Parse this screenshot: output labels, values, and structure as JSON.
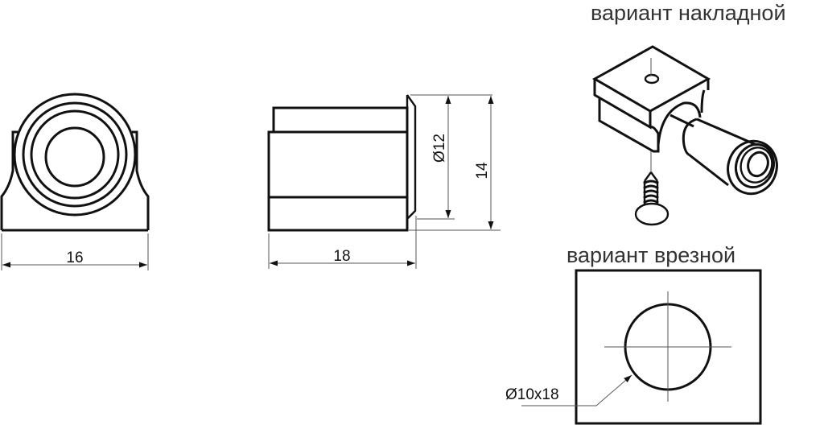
{
  "front_view": {
    "width_dimension": "16"
  },
  "side_view": {
    "length_dimension": "18",
    "inner_diameter_dimension": "Ø12",
    "outer_height_dimension": "14"
  },
  "surface_variant": {
    "title": "вариант накладной"
  },
  "mortise_variant": {
    "title": "вариант врезной",
    "hole_dimension": "Ø10x18"
  }
}
